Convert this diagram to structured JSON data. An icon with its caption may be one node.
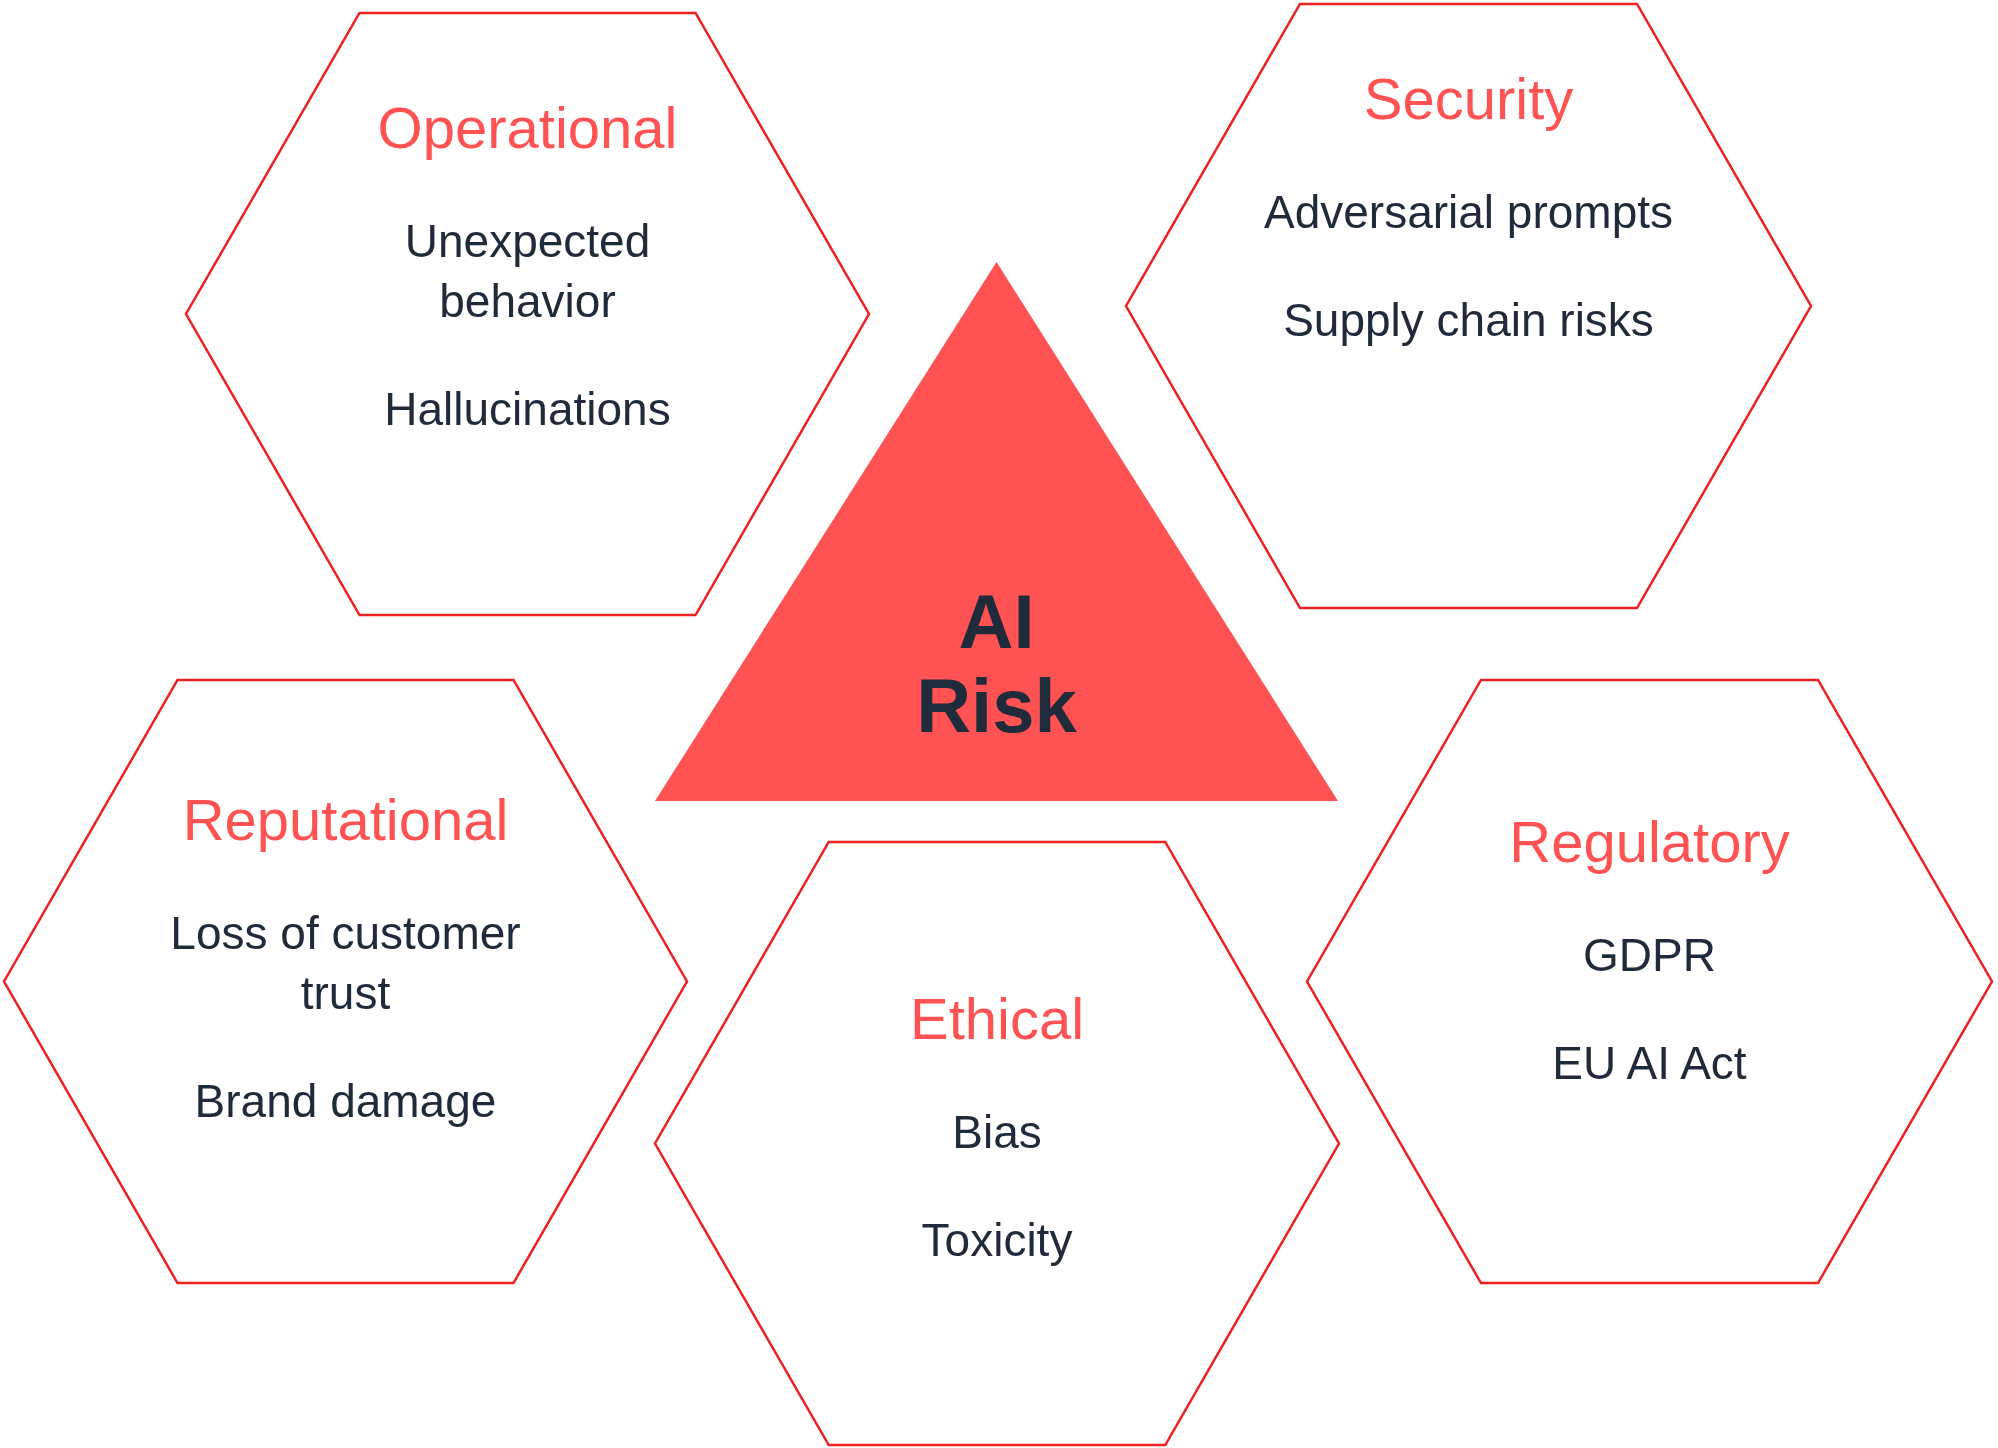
{
  "diagram": {
    "nodes": [
      {
        "text": [
          "Operational",
          "Unexpected behavior",
          "Hallucinations"
        ]
      },
      {
        "text": [
          "Security",
          "Adversarial prompts",
          "Supply chain risks"
        ]
      },
      {
        "text": [
          "AI Risk"
        ]
      },
      {
        "text": [
          "Reputational",
          "Loss of customer trust",
          "Brand damage"
        ]
      },
      {
        "text": [
          "Ethical",
          "Bias",
          "Toxicity"
        ]
      },
      {
        "text": [
          "Regulatory",
          "GDPR",
          "EU AI Act"
        ]
      }
    ]
  }
}
